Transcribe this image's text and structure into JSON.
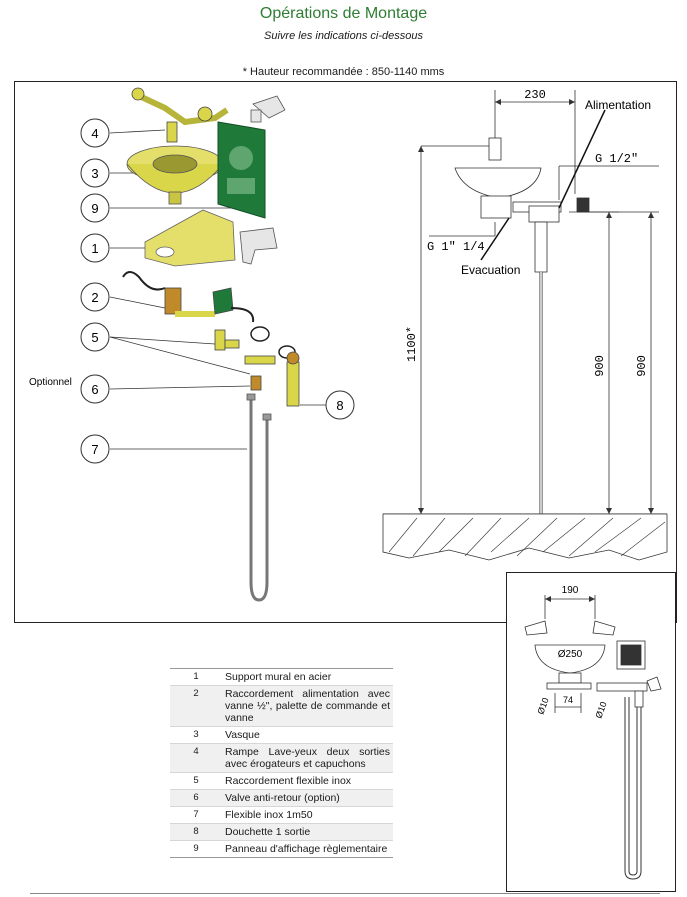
{
  "header": {
    "title": "Opérations de Montage",
    "subtitle": "Suivre les indications ci-dessous",
    "height_note": "* Hauteur recommandée : 850-1140 mms"
  },
  "exploded_view": {
    "callouts": [
      "4",
      "3",
      "9",
      "1",
      "2",
      "5",
      "6",
      "7",
      "8"
    ],
    "optional_label": "Optionnel"
  },
  "dimension_drawing": {
    "width_230": "230",
    "supply_label": "Alimentation",
    "thread_half": "G 1/2\"",
    "thread_1_1_4": "G 1\" 1/4",
    "drain_label": "Evacuation",
    "height_1100": "1100*",
    "height_900_a": "900",
    "height_900_b": "900"
  },
  "top_view": {
    "width_190": "190",
    "basin_dia": "Ø250",
    "spacing_74": "74",
    "hole_left": "Ø10",
    "hole_right": "Ø10"
  },
  "parts": [
    {
      "num": "1",
      "desc": "Support mural en acier"
    },
    {
      "num": "2",
      "desc": "Raccordement alimentation avec vanne ½\", palette de commande et vanne"
    },
    {
      "num": "3",
      "desc": "Vasque"
    },
    {
      "num": "4",
      "desc": "Rampe Lave-yeux deux sorties avec érogateurs et capuchons"
    },
    {
      "num": "5",
      "desc": "Raccordement flexible inox"
    },
    {
      "num": "6",
      "desc": "Valve anti-retour (option)"
    },
    {
      "num": "7",
      "desc": "Flexible inox 1m50"
    },
    {
      "num": "8",
      "desc": "Douchette 1 sortie"
    },
    {
      "num": "9",
      "desc": "Panneau d'affichage règlementaire"
    }
  ],
  "colors": {
    "title_green": "#2f7d32",
    "part_yellow": "#d9d64a",
    "sign_green": "#1f7a3a"
  }
}
